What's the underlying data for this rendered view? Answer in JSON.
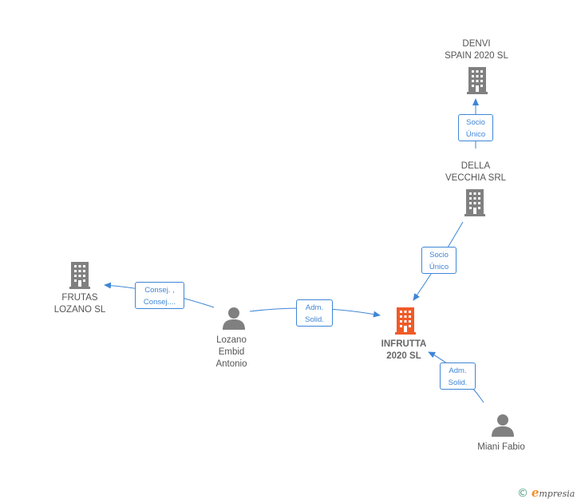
{
  "nodes": {
    "denvi": {
      "label": "DENVI\nSPAIN 2020  SL"
    },
    "della": {
      "label": "DELLA\nVECCHIA SRL"
    },
    "frutas": {
      "label": "FRUTAS\nLOZANO SL"
    },
    "infrutta": {
      "label": "INFRUTTA\n2020  SL"
    },
    "lozano": {
      "label": "Lozano\nEmbid\nAntonio"
    },
    "miani": {
      "label": "Miani Fabio"
    }
  },
  "edges": {
    "della_denvi": "Socio\nÚnico",
    "della_infrutta": "Socio\nÚnico",
    "lozano_frutas": "Consej. ,\nConsej....",
    "lozano_infrutta": "Adm.\nSolid.",
    "miani_infrutta": "Adm.\nSolid."
  },
  "footer": {
    "copyright": "©",
    "brand_e": "e",
    "brand_rest": "mpresia"
  },
  "colors": {
    "edge": "#3f86d6",
    "node": "#808080",
    "focus": "#f05a28"
  }
}
